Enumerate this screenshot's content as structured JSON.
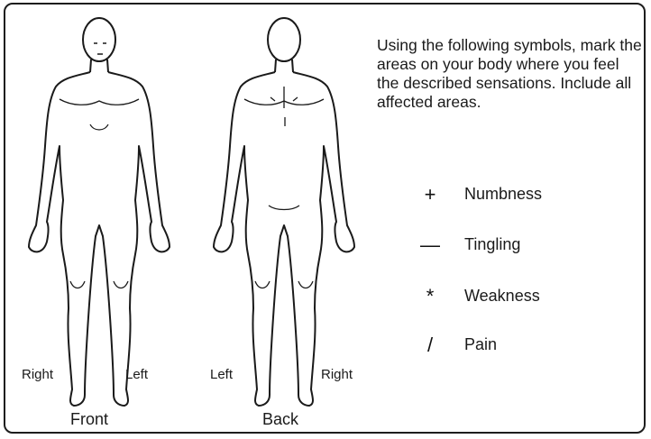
{
  "labels": {
    "front_right": "Right",
    "front_left": "Left",
    "back_left": "Left",
    "back_right": "Right",
    "front_caption": "Front",
    "back_caption": "Back"
  },
  "instructions": "Using the following symbols, mark the areas on your body where you feel the described sensations. Include all affected areas.",
  "legend": [
    {
      "symbol": "+",
      "label": "Numbness",
      "icon": "plus-icon"
    },
    {
      "symbol": "—",
      "label": "Tingling",
      "icon": "dash-icon"
    },
    {
      "symbol": "*",
      "label": "Weakness",
      "icon": "asterisk-icon"
    },
    {
      "symbol": "/",
      "label": "Pain",
      "icon": "slash-icon"
    }
  ],
  "colors": {
    "ink": "#1a1a1a",
    "background": "#ffffff"
  }
}
